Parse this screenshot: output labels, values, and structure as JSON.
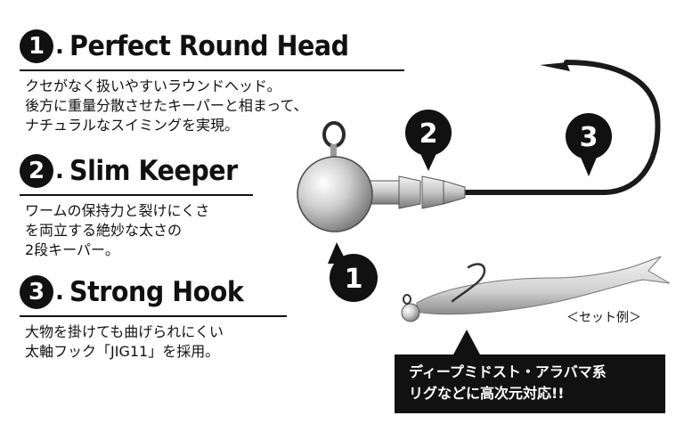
{
  "features": [
    {
      "number": "1",
      "title": "Perfect Round Head",
      "lines": [
        "クセがなく扱いやすいラウンドヘッド。",
        "後方に重量分散させたキーパーと相まって、",
        "ナチュラルなスイミングを実現。"
      ]
    },
    {
      "number": "2",
      "title": "Slim Keeper",
      "lines": [
        "ワームの保持力と裂けにくさ",
        "を両立する絶妙な太さの",
        "2段キーパー。"
      ]
    },
    {
      "number": "3",
      "title": "Strong  Hook",
      "lines": [
        "大物を掛けても曲げられにくい",
        "太軸フック「JIG11」を採用。"
      ]
    }
  ],
  "diagram": {
    "pin_head": "1",
    "pin_keeper": "2",
    "pin_hook": "3",
    "set_example_caption": "＜セット例＞"
  },
  "callout": {
    "lines": [
      "ディープミドスト・アラバマ系",
      "リグなどに高次元対応!!"
    ]
  },
  "colors": {
    "text": "#111111",
    "background": "#ffffff",
    "callout_bg": "#111111",
    "callout_text": "#ffffff",
    "head_silver": "#b8b8b8"
  }
}
